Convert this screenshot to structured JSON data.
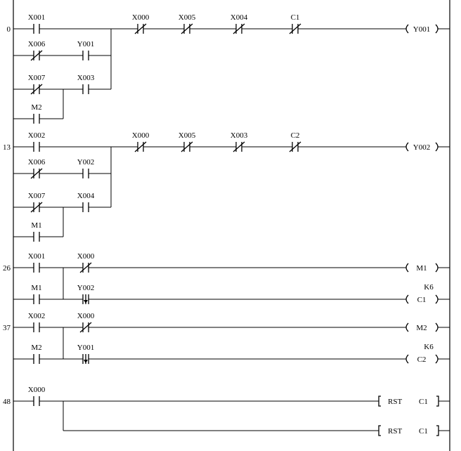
{
  "rungs": [
    {
      "step": "0",
      "parallel": [
        [
          {
            "label": "X001",
            "type": "NO"
          }
        ],
        [
          {
            "label": "X006",
            "type": "NC"
          },
          {
            "label": "Y001",
            "type": "NO"
          }
        ],
        [
          {
            "label": "X007",
            "type": "NC"
          },
          {
            "label": "X003",
            "type": "NO"
          }
        ],
        [
          {
            "label": "M2",
            "type": "NO"
          }
        ]
      ],
      "series": [
        {
          "label": "X000",
          "type": "NC"
        },
        {
          "label": "X005",
          "type": "NC"
        },
        {
          "label": "X004",
          "type": "NC"
        },
        {
          "label": "C1",
          "type": "NC"
        }
      ],
      "output": {
        "kind": "coil",
        "text": "Y001",
        "preset": ""
      }
    },
    {
      "step": "13",
      "parallel": [
        [
          {
            "label": "X002",
            "type": "NO"
          }
        ],
        [
          {
            "label": "X006",
            "type": "NC"
          },
          {
            "label": "Y002",
            "type": "NO"
          }
        ],
        [
          {
            "label": "X007",
            "type": "NC"
          },
          {
            "label": "X004",
            "type": "NO"
          }
        ],
        [
          {
            "label": "M1",
            "type": "NO"
          }
        ]
      ],
      "series": [
        {
          "label": "X000",
          "type": "NC"
        },
        {
          "label": "X005",
          "type": "NC"
        },
        {
          "label": "X003",
          "type": "NC"
        },
        {
          "label": "C2",
          "type": "NC"
        }
      ],
      "output": {
        "kind": "coil",
        "text": "Y002",
        "preset": ""
      }
    },
    {
      "step": "26",
      "branches": [
        {
          "first": {
            "label": "X001",
            "type": "NO"
          },
          "second": {
            "label": "X000",
            "type": "NC"
          },
          "output": {
            "kind": "coil",
            "text": "M1",
            "preset": ""
          }
        },
        {
          "first": {
            "label": "M1",
            "type": "NO"
          },
          "second": {
            "label": "Y002",
            "type": "FALL"
          },
          "output": {
            "kind": "coil",
            "text": "C1",
            "preset": "K6"
          }
        }
      ]
    },
    {
      "step": "37",
      "branches": [
        {
          "first": {
            "label": "X002",
            "type": "NO"
          },
          "second": {
            "label": "X000",
            "type": "NC"
          },
          "output": {
            "kind": "coil",
            "text": "M2",
            "preset": ""
          }
        },
        {
          "first": {
            "label": "M2",
            "type": "NO"
          },
          "second": {
            "label": "Y001",
            "type": "FALL"
          },
          "output": {
            "kind": "coil",
            "text": "C2",
            "preset": "K6"
          }
        }
      ]
    },
    {
      "step": "48",
      "contact": {
        "label": "X000",
        "type": "NO"
      },
      "outputs": [
        {
          "kind": "instr",
          "op": "RST",
          "arg": "C1"
        },
        {
          "kind": "instr",
          "op": "RST",
          "arg": "C1"
        }
      ]
    }
  ]
}
